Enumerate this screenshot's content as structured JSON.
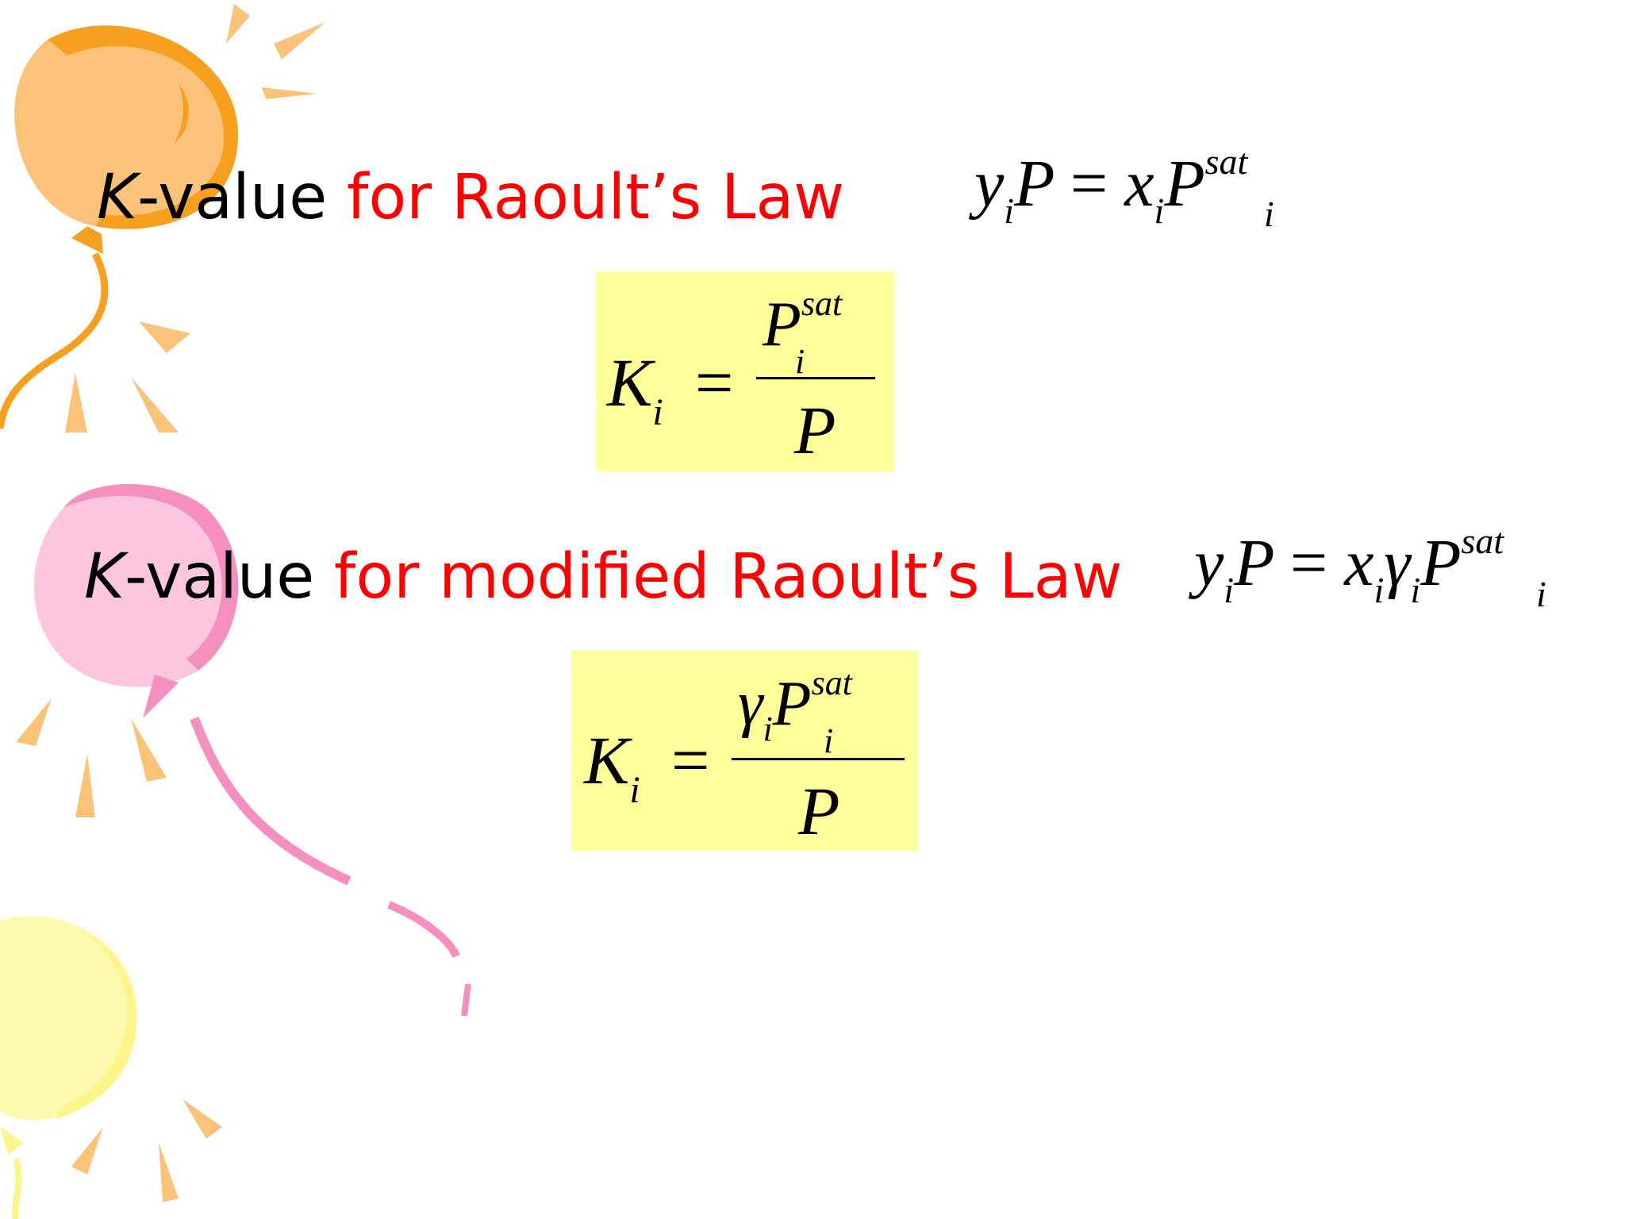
{
  "slide": {
    "section1": {
      "heading_k": "K",
      "heading_dash_value": "-value",
      "heading_rest": " for Raoult’s Law",
      "equation": {
        "y": "y",
        "i1": "i",
        "P": "P",
        "eq": "=",
        "x": "x",
        "i2": "i",
        "Psat": "P",
        "sat": "sat",
        "i3": "i"
      },
      "box": {
        "K": "K",
        "K_sub": "i",
        "eq": "=",
        "num_P": "P",
        "num_sub": "i",
        "num_sup": "sat",
        "den": "P"
      }
    },
    "section2": {
      "heading_k": "K",
      "heading_dash_value": "-value",
      "heading_rest": " for modified Raoult’s Law",
      "equation": {
        "y": "y",
        "i1": "i",
        "P": "P",
        "eq": "=",
        "x": "x",
        "i2": "i",
        "gamma": "γ",
        "i3": "i",
        "Psat": "P",
        "sat": "sat",
        "i4": "i"
      },
      "box": {
        "K": "K",
        "K_sub": "i",
        "eq": "=",
        "num_gamma": "γ",
        "num_gamma_sub": "i",
        "num_P": "P",
        "num_sub": "i",
        "num_sup": "sat",
        "den": "P"
      }
    },
    "colors": {
      "red_text": "#ff0000",
      "formula_box": "#ffff99",
      "balloon_orange": "#f7a020",
      "balloon_pink": "#f58fbf",
      "balloon_yellow": "#fbf58a"
    }
  }
}
